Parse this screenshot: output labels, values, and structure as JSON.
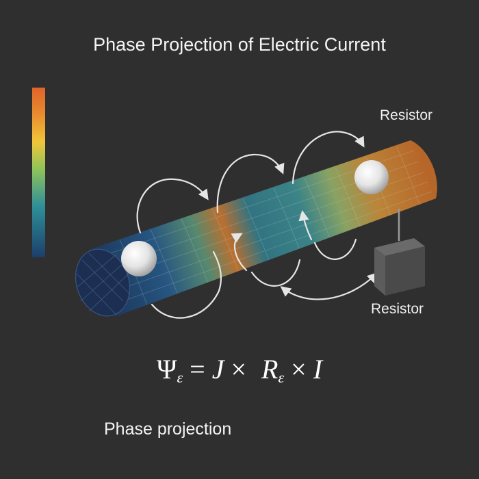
{
  "title": "Phase Projection of Electric Current",
  "labels": {
    "resistor_top": "Resistor",
    "resistor_bottom": "Resistor"
  },
  "equation": {
    "lhs_symbol": "Ψ",
    "lhs_subscript": "ε",
    "equals": "=",
    "term1": "J",
    "times1": "×",
    "term2": "R",
    "term2_subscript": "ε",
    "times2": "×",
    "term3": "I"
  },
  "caption": "Phase projection",
  "colors": {
    "background": "#2f2f2f",
    "scale_low": "#1b3f6b",
    "scale_mid_low": "#2f8f99",
    "scale_mid": "#8fc35a",
    "scale_mid_high": "#f0c63a",
    "scale_high": "#e0642a",
    "box": "#555555",
    "arrow": "#e6e6e6"
  }
}
